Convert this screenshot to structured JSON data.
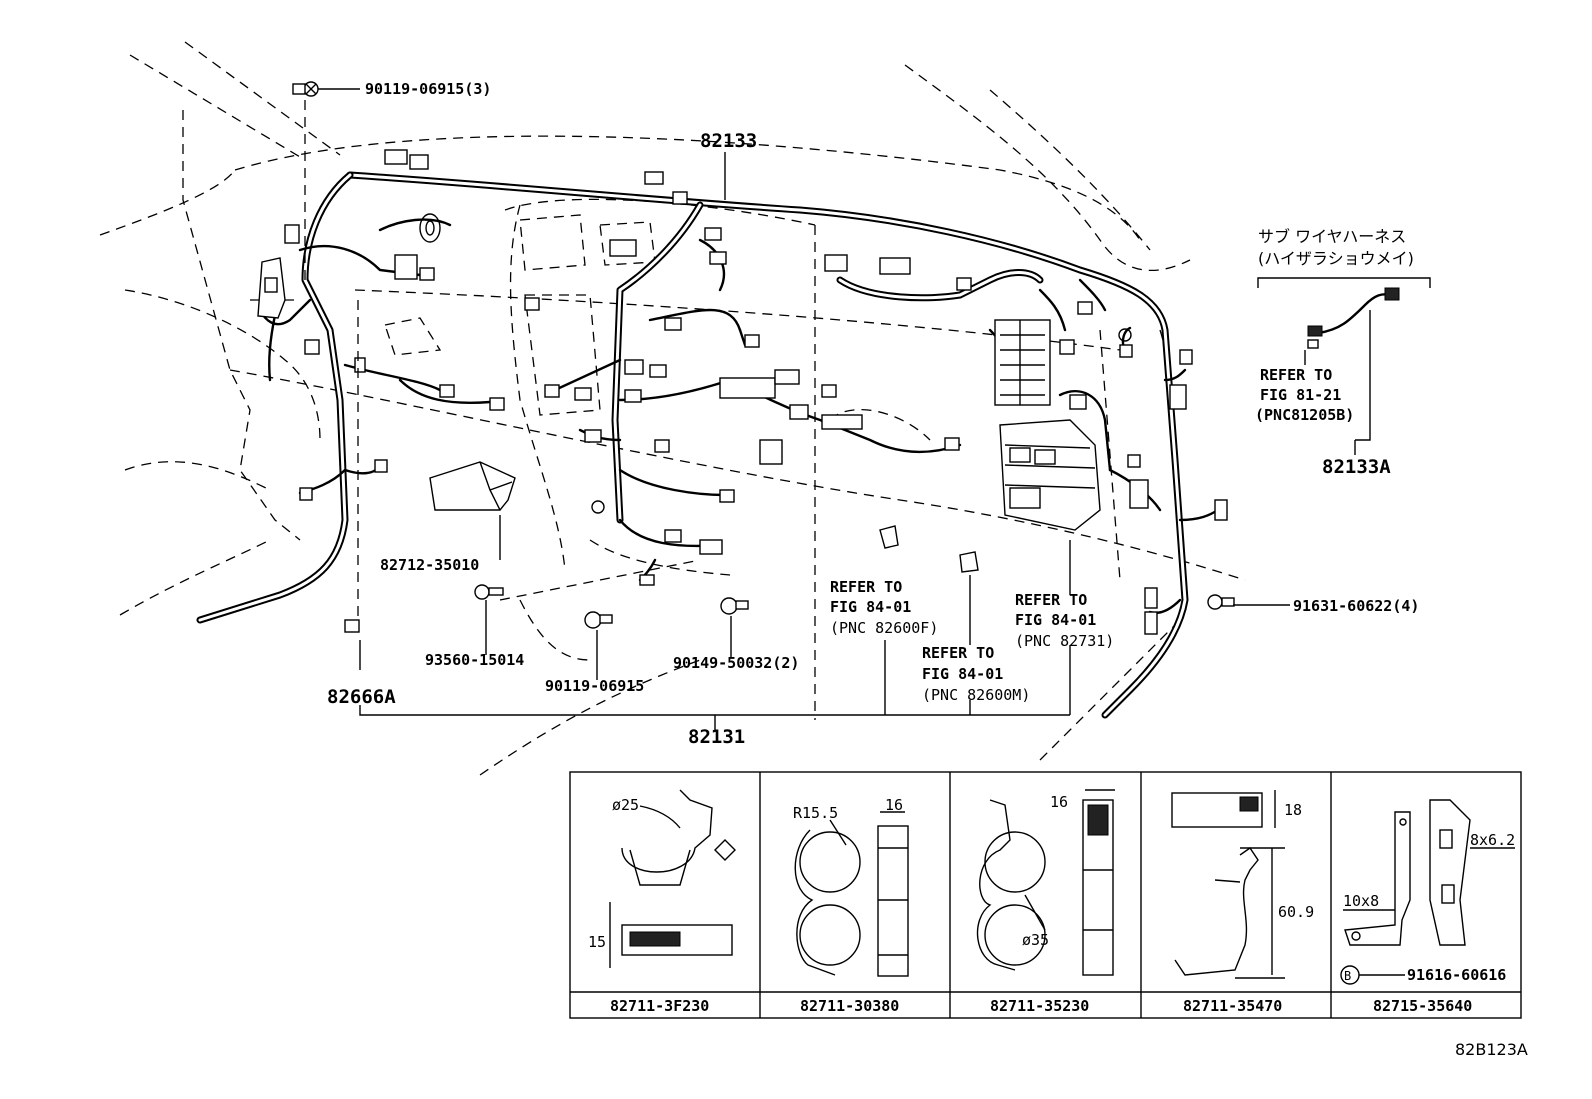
{
  "diagram": {
    "main_assembly": {
      "harness_top": "82133",
      "harness_bottom": "82131",
      "harness_left": "82666A"
    },
    "callouts": {
      "bolt_top": "90119-06915(3)",
      "protector": "82712-35010",
      "bolt_a": "93560-15014",
      "bolt_b": "90119-06915",
      "bolt_c": "90149-50032(2)",
      "bolt_right": "91631-60622(4)"
    },
    "refers": [
      {
        "line1": "REFER TO",
        "line2": "FIG 84-01",
        "line3": "(PNC 82600F)"
      },
      {
        "line1": "REFER TO",
        "line2": "FIG 84-01",
        "line3": "(PNC 82600M)"
      },
      {
        "line1": "REFER TO",
        "line2": "FIG 84-01",
        "line3": "(PNC 82731)"
      }
    ],
    "sub_harness": {
      "title_line1": "サブ ワイヤハーネス",
      "title_line2": "(ハイザラショウメイ)",
      "refer_line1": "REFER TO",
      "refer_line2": "FIG 81-21",
      "refer_line3": "(PNC81205B)",
      "part": "82133A"
    },
    "clamp_table": {
      "cells": [
        {
          "part": "82711-3F230",
          "dims": [
            "ø25",
            "15"
          ]
        },
        {
          "part": "82711-30380",
          "dims": [
            "R15.5",
            "16"
          ]
        },
        {
          "part": "82711-35230",
          "dims": [
            "16",
            "ø35"
          ]
        },
        {
          "part": "82711-35470",
          "dims": [
            "18",
            "60.9"
          ]
        },
        {
          "part": "82715-35640",
          "dims": [
            "8x6.2",
            "10x8"
          ],
          "bolt_symbol": "B",
          "bolt": "91616-60616"
        }
      ]
    },
    "figure_code": "82B123A"
  }
}
